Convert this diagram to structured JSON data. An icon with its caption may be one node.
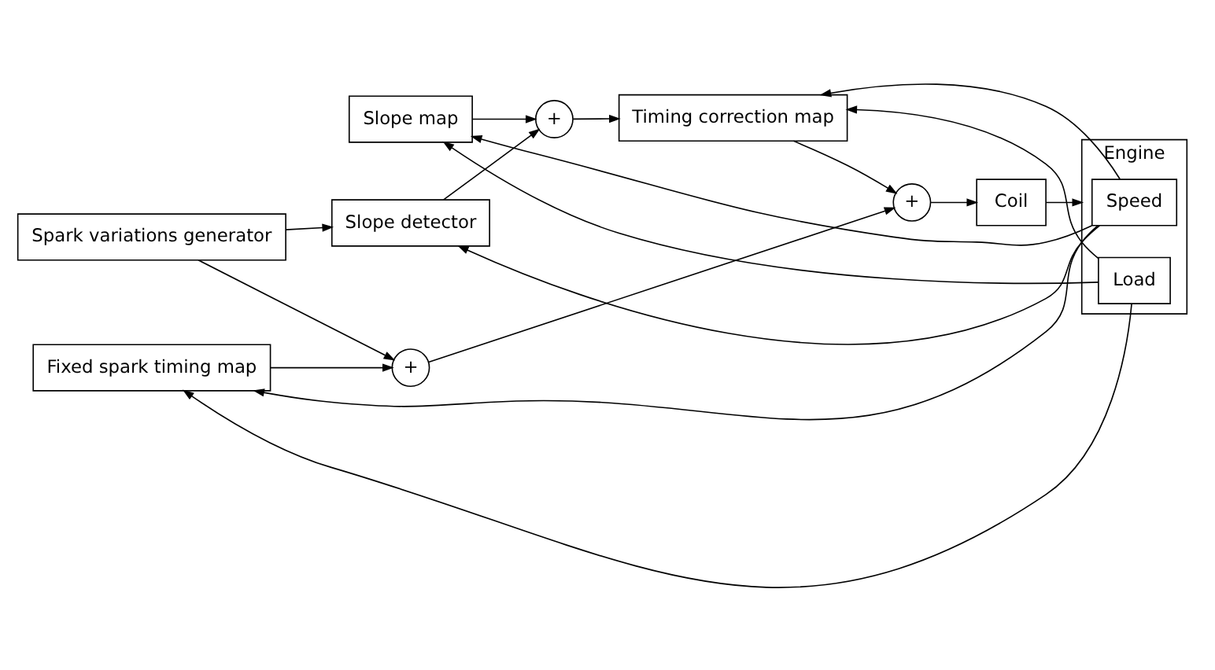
{
  "diagram": {
    "nodes": [
      {
        "text": [
          "Slope map"
        ]
      },
      {
        "text": [
          "Engine"
        ]
      },
      {
        "text": [
          "Slope detector"
        ]
      },
      {
        "text": [
          "+"
        ]
      },
      {
        "text": [
          "Spark variations generator"
        ]
      },
      {
        "text": [
          "Timing correction map"
        ]
      },
      {
        "text": [
          "Fixed spark timing map"
        ]
      },
      {
        "text": [
          "+"
        ]
      },
      {
        "text": [
          "+"
        ]
      },
      {
        "text": [
          "Coil"
        ]
      },
      {
        "text": [
          "Speed"
        ],
        "in": 1
      },
      {
        "text": [
          "Load"
        ],
        "in": 1
      }
    ],
    "edges": [
      {
        "from": 0,
        "to": 3,
        "arrow": "to"
      },
      {
        "from": 2,
        "to": 3,
        "arrow": "to"
      },
      {
        "from": 3,
        "to": 5,
        "arrow": "to"
      },
      {
        "from": 4,
        "to": 2,
        "arrow": "to"
      },
      {
        "from": 4,
        "to": 7,
        "arrow": "to"
      },
      {
        "from": 6,
        "to": 7,
        "arrow": "to"
      },
      {
        "from": 7,
        "to": 8,
        "arrow": "to"
      },
      {
        "from": 5,
        "to": 8,
        "arrow": "to"
      },
      {
        "from": 8,
        "to": 9,
        "arrow": "to"
      },
      {
        "from": 9,
        "to": 1,
        "arrow": "to"
      },
      {
        "from": 10,
        "to": 0,
        "arrow": "to"
      },
      {
        "from": 10,
        "to": 2,
        "arrow": "to"
      },
      {
        "from": 10,
        "to": 6,
        "arrow": "to"
      },
      {
        "from": 10,
        "to": 5,
        "arrow": "to"
      },
      {
        "from": 11,
        "to": 0,
        "arrow": "to"
      },
      {
        "from": 11,
        "to": 6,
        "arrow": "to"
      },
      {
        "from": 11,
        "to": 5,
        "arrow": "to"
      }
    ]
  }
}
